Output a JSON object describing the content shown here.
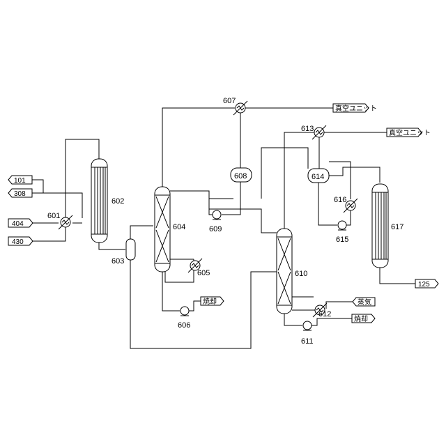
{
  "streams": {
    "s101": "101",
    "s308": "308",
    "s404": "404",
    "s430": "430",
    "vac1": "真空ユニット",
    "vac2": "真空ユニット",
    "burn1": "焼却",
    "steam": "蒸気",
    "burn2": "焼却",
    "s125": "125"
  },
  "equipment": {
    "e601": "601",
    "e602": "602",
    "e603": "603",
    "e604": "604",
    "e605": "605",
    "e606": "606",
    "e607": "607",
    "e608": "608",
    "e609": "609",
    "e610": "610",
    "e611": "611",
    "e612": "612",
    "e613": "613",
    "e614": "614",
    "e615": "615",
    "e616": "616",
    "e617": "617"
  }
}
